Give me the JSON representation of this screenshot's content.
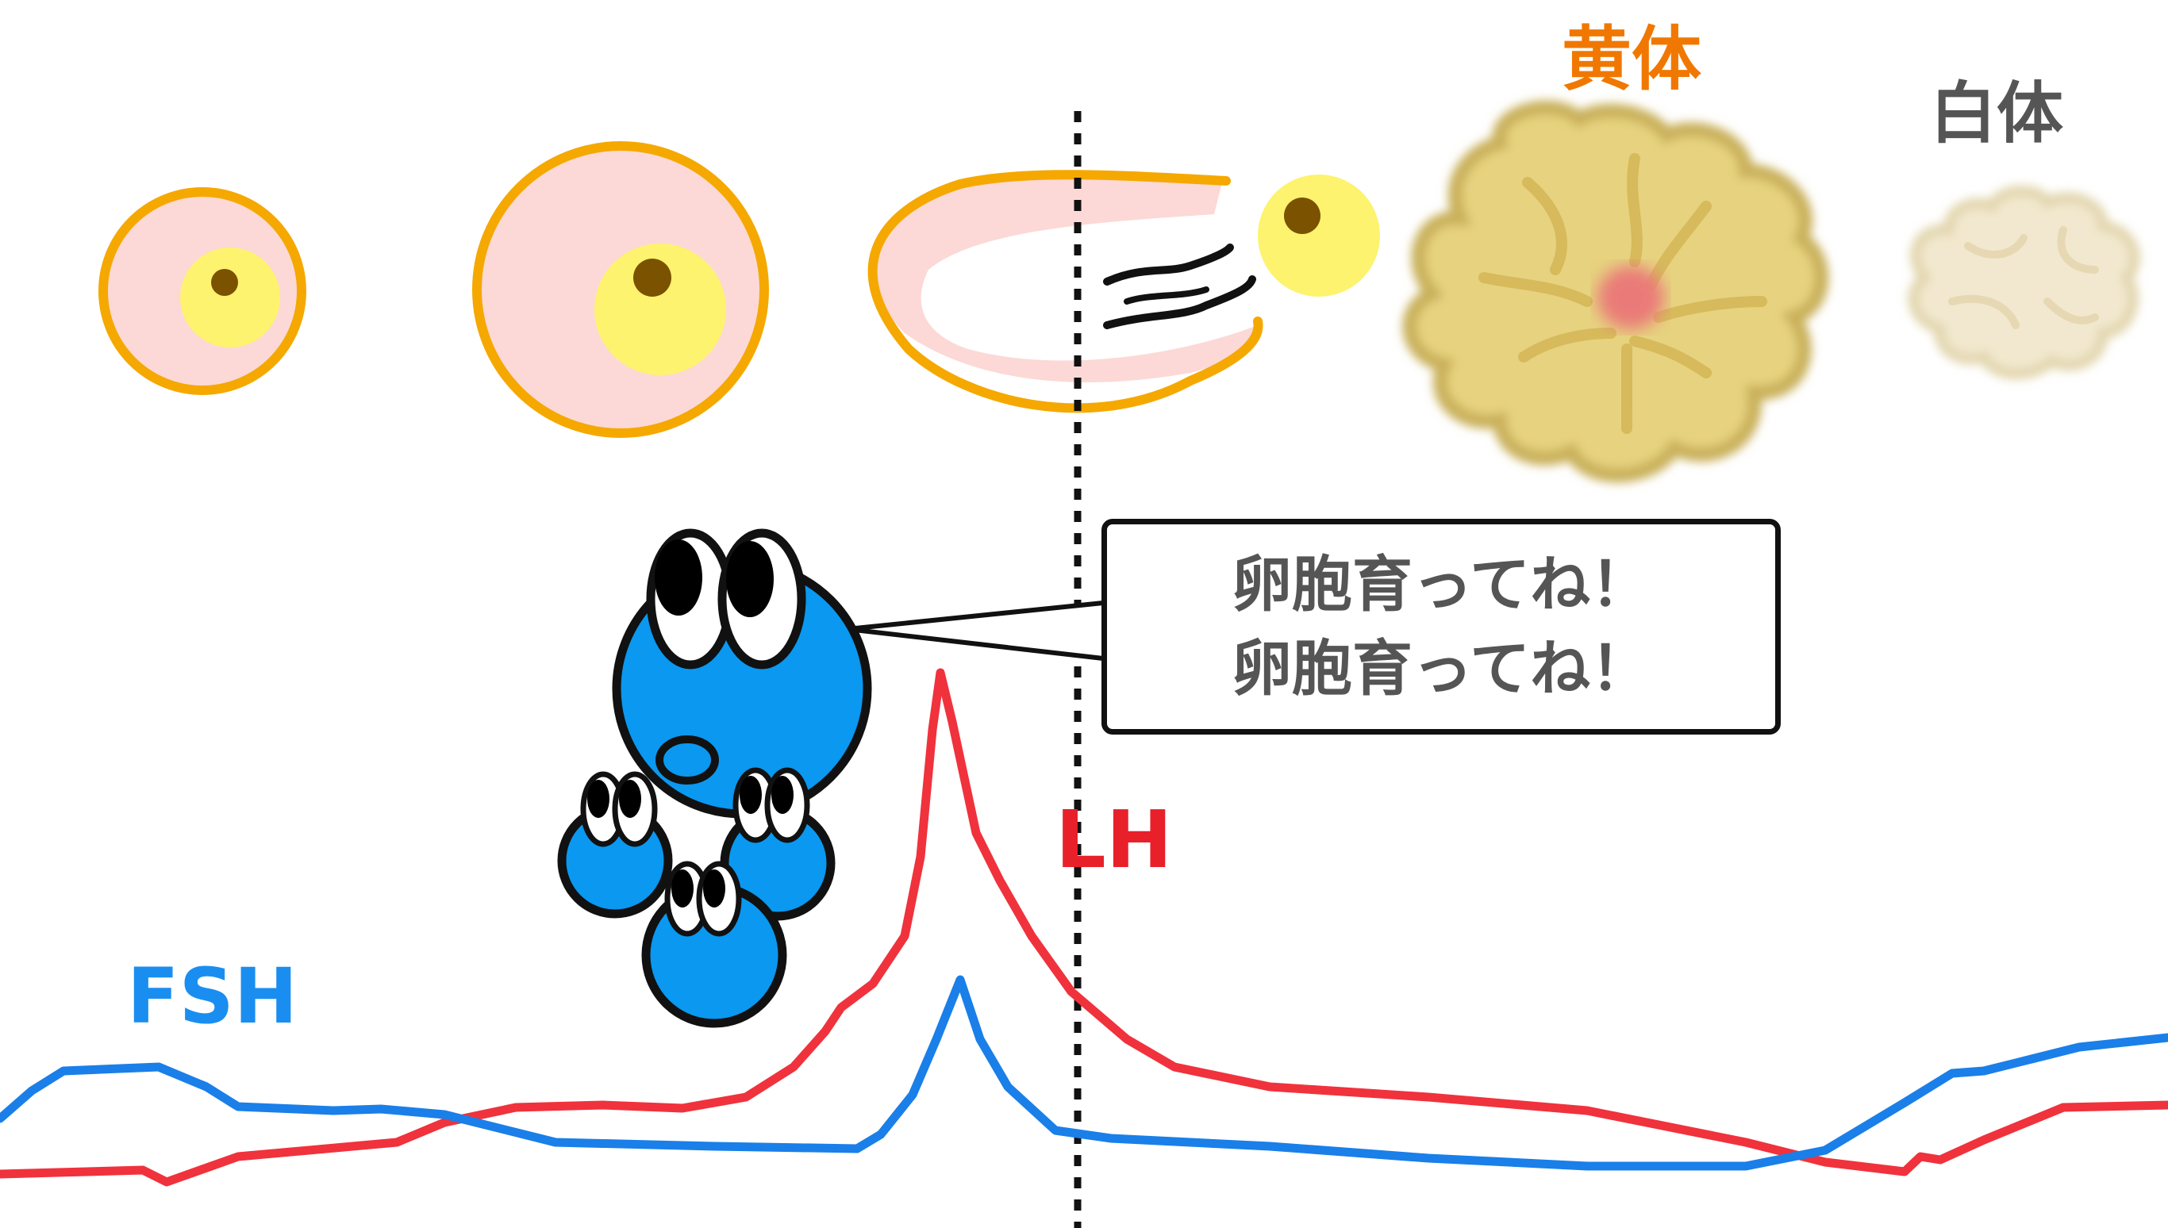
{
  "labels": {
    "corpus_luteum": "黄体",
    "corpus_albicans": "白体",
    "lh": "LH",
    "fsh": "FSH"
  },
  "speech_bubble": {
    "line1": "卵胞育ってね！",
    "line2": "卵胞育ってね！"
  },
  "colors": {
    "fsh": "#1a7fe8",
    "lh": "#f0323c",
    "follicle_outline": "#f5a800",
    "follicle_fill": "#fcd9d6",
    "oocyte": "#fdf36e",
    "corpus_luteum_label": "#f07800",
    "corpus_albicans_label": "#555555",
    "character_blue": "#0a98f0"
  },
  "icons": [
    "ovulation-line-icon",
    "fsh-character-icon",
    "oocyte-icon"
  ]
}
